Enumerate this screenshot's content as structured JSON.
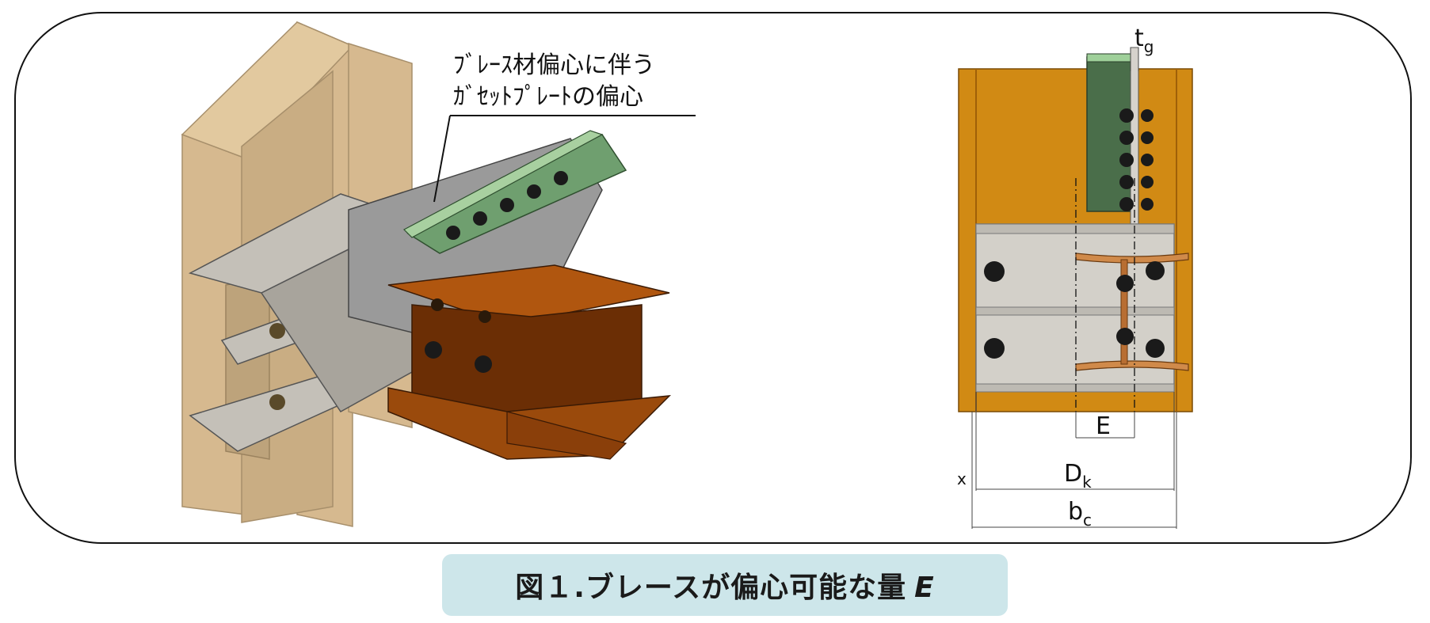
{
  "annotation": {
    "line1": "ﾌﾞﾚｰｽ材偏心に伴う",
    "line2": "ｶﾞｾｯﾄﾌﾟﾚｰﾄの偏心"
  },
  "section_labels": {
    "tg_main": "t",
    "tg_sub": "g",
    "e": "E",
    "dk_main": "D",
    "dk_sub": "k",
    "bc_main": "b",
    "bc_sub": "c",
    "x": "x"
  },
  "caption": {
    "text": "図１.ブレースが偏心可能な量",
    "variable": "E"
  },
  "colors": {
    "column_tan": "#c9a66e",
    "gusset_gray": "#9a9a9a",
    "angle_green": "#6a9a6a",
    "beam_brown": "#8a3f0a",
    "column_orange": "#d18a14",
    "caption_bg": "#cde6ea"
  }
}
